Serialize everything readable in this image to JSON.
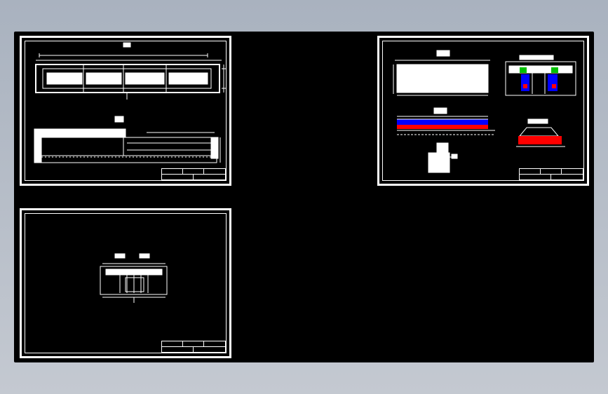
{
  "canvas": {
    "background": "#000000",
    "stroke": "#ffffff"
  },
  "sheets": [
    {
      "id": "sheet-top-left",
      "has_color": false
    },
    {
      "id": "sheet-top-right",
      "has_color": true,
      "accent_colors": [
        "#ff0000",
        "#0000ff",
        "#00ff00"
      ]
    },
    {
      "id": "sheet-bottom-left",
      "has_color": false
    }
  ]
}
